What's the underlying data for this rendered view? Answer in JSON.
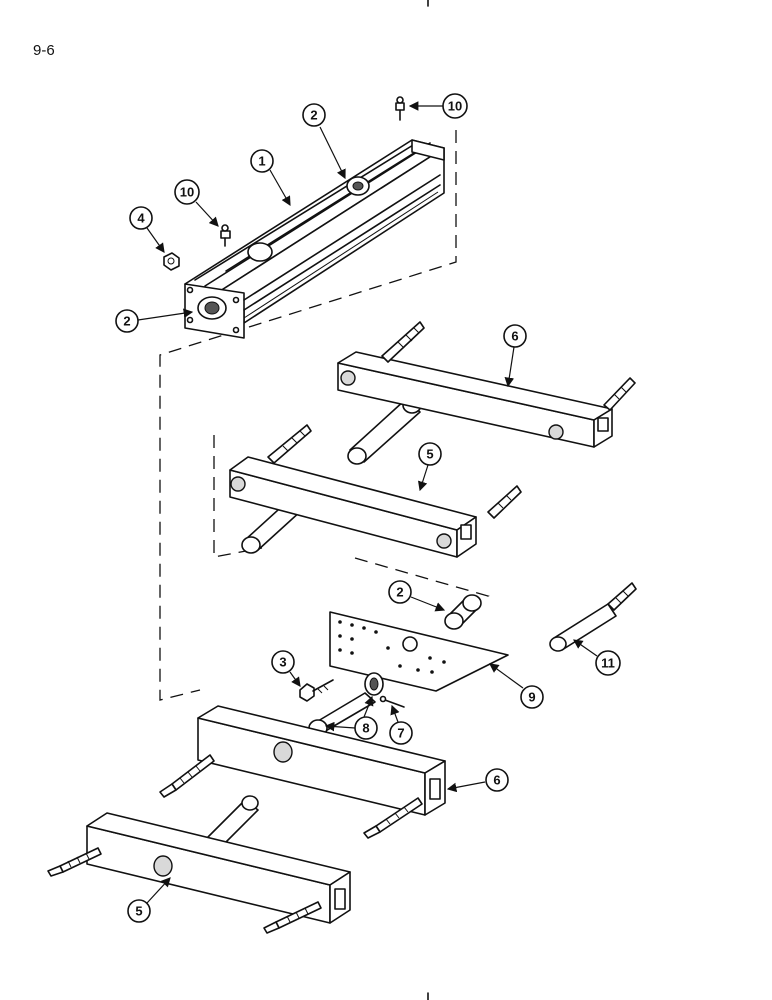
{
  "page_number": "9-6",
  "callouts": {
    "c1": "1",
    "c2a": "2",
    "c2b": "2",
    "c2c": "2",
    "c3": "3",
    "c4": "4",
    "c5a": "5",
    "c5b": "5",
    "c6a": "6",
    "c6b": "6",
    "c7": "7",
    "c8": "8",
    "c9": "9",
    "c10a": "10",
    "c10b": "10",
    "c11": "11"
  }
}
